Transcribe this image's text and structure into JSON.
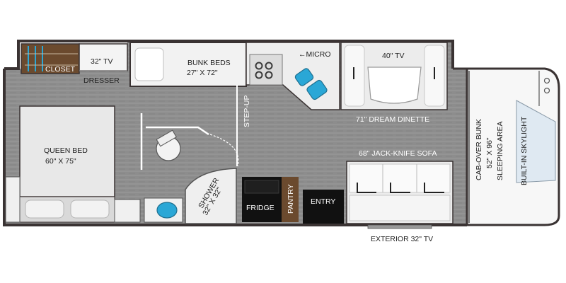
{
  "labels": {
    "closet": "CLOSET",
    "tv32": "32\" TV",
    "dresser": "DRESSER",
    "bunk_title": "BUNK BEDS",
    "bunk_size": "27\" X 72\"",
    "micro": "←MICRO",
    "tv40": "40\" TV",
    "dinette": "71\" DREAM DINETTE",
    "stepup": "STEP-UP",
    "queen_title": "QUEEN BED",
    "queen_size": "60\" X 75\"",
    "sofa": "68\" JACK-KNIFE SOFA",
    "cabover_1": "CAB-OVER BUNK",
    "cabover_2": "52\" X 96\"",
    "cabover_3": "SLEEPING AREA",
    "skylight": "BUILT-IN SKYLIGHT",
    "shower_1": "SHOWER",
    "shower_2": "32\" X 32\"",
    "fridge": "FRIDGE",
    "pantry": "PANTRY",
    "entry": "ENTRY",
    "exterior_tv": "EXTERIOR 32\" TV"
  },
  "colors": {
    "floor": "#8f8f8f",
    "wall": "#3a3333",
    "bed": "#e8e8e8",
    "wood": "#6b4a2e",
    "sink": "#2aa7d6",
    "dark_appliance": "#111111"
  }
}
